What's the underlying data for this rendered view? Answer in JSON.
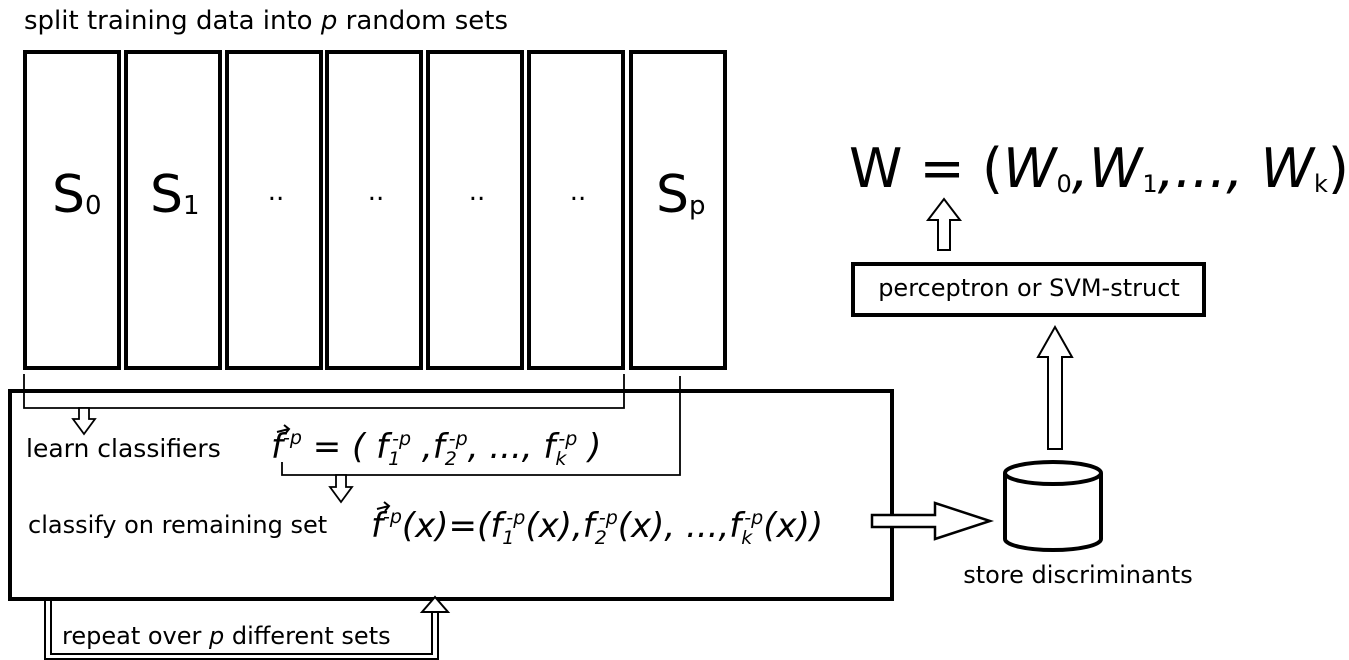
{
  "header": {
    "pre": "split training data into ",
    "var": "p",
    "post": " random sets"
  },
  "sets": [
    {
      "main": "S",
      "sub": "0"
    },
    {
      "main": "S",
      "sub": "1"
    },
    {
      "main": "..",
      "sub": ""
    },
    {
      "main": "..",
      "sub": ""
    },
    {
      "main": "..",
      "sub": ""
    },
    {
      "main": "..",
      "sub": ""
    },
    {
      "main": "S",
      "sub": "p"
    }
  ],
  "learn": {
    "label": "learn classifiers",
    "lhs": "f",
    "lhs_sup": "-p",
    "eq": " = ( ",
    "f1": "f",
    "f1_sub": "1",
    "f1_sup": "-p",
    "sep1": " ,",
    "f2": "f",
    "f2_sub": "2",
    "f2_sup": "-p",
    "mid": ", ..., ",
    "fk": "f",
    "fk_sub": "k",
    "fk_sup": "-p",
    "close": " )"
  },
  "classify": {
    "label": "classify on remaining set",
    "lhs": "f",
    "lhs_sup": "-p",
    "arg": "(x)=(",
    "f1": "f",
    "f1_sub": "1",
    "f1_sup": "-p",
    "a1": "(x),",
    "f2": "f",
    "f2_sub": "2",
    "f2_sup": "-p",
    "a2": "(x), ...,",
    "fk": "f",
    "fk_sub": "k",
    "fk_sup": "-p",
    "ak": "(x))"
  },
  "repeat": {
    "pre": "repeat over ",
    "var": "p",
    "post": " different sets"
  },
  "store": {
    "label": "store discriminants"
  },
  "learner": {
    "label": "perceptron or SVM-struct"
  },
  "weights": {
    "lhs": "W = (",
    "w0": "W",
    "w0_sub": "0",
    "c1": ",",
    "w1": "W",
    "w1_sub": "1",
    "dots": ",..., ",
    "wk": "W",
    "wk_sub": "k",
    "close": ")"
  }
}
